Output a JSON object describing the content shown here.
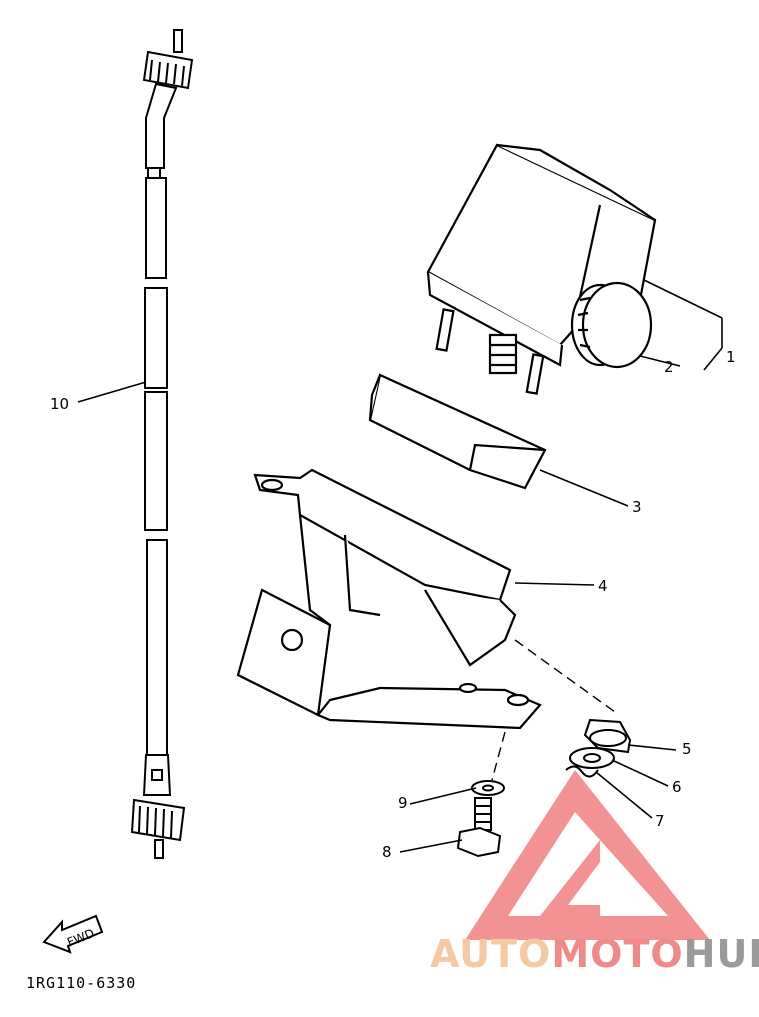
{
  "diagram": {
    "callouts": [
      {
        "id": "1",
        "label": "1"
      },
      {
        "id": "2",
        "label": "2"
      },
      {
        "id": "3",
        "label": "3"
      },
      {
        "id": "4",
        "label": "4"
      },
      {
        "id": "5",
        "label": "5"
      },
      {
        "id": "6",
        "label": "6"
      },
      {
        "id": "7",
        "label": "7"
      },
      {
        "id": "8",
        "label": "8"
      },
      {
        "id": "9",
        "label": "9"
      },
      {
        "id": "10",
        "label": "10"
      }
    ],
    "fwd_label": "FWD",
    "part_code": "1RG110-6330"
  },
  "watermark": {
    "part1": "AUTO",
    "part2": "MOTO",
    "part3": "HUB",
    "colors": {
      "auto": "#f5c9a3",
      "moto": "#f08a8a",
      "hub": "#9a9a9a",
      "logo": "#f07a7a"
    }
  }
}
